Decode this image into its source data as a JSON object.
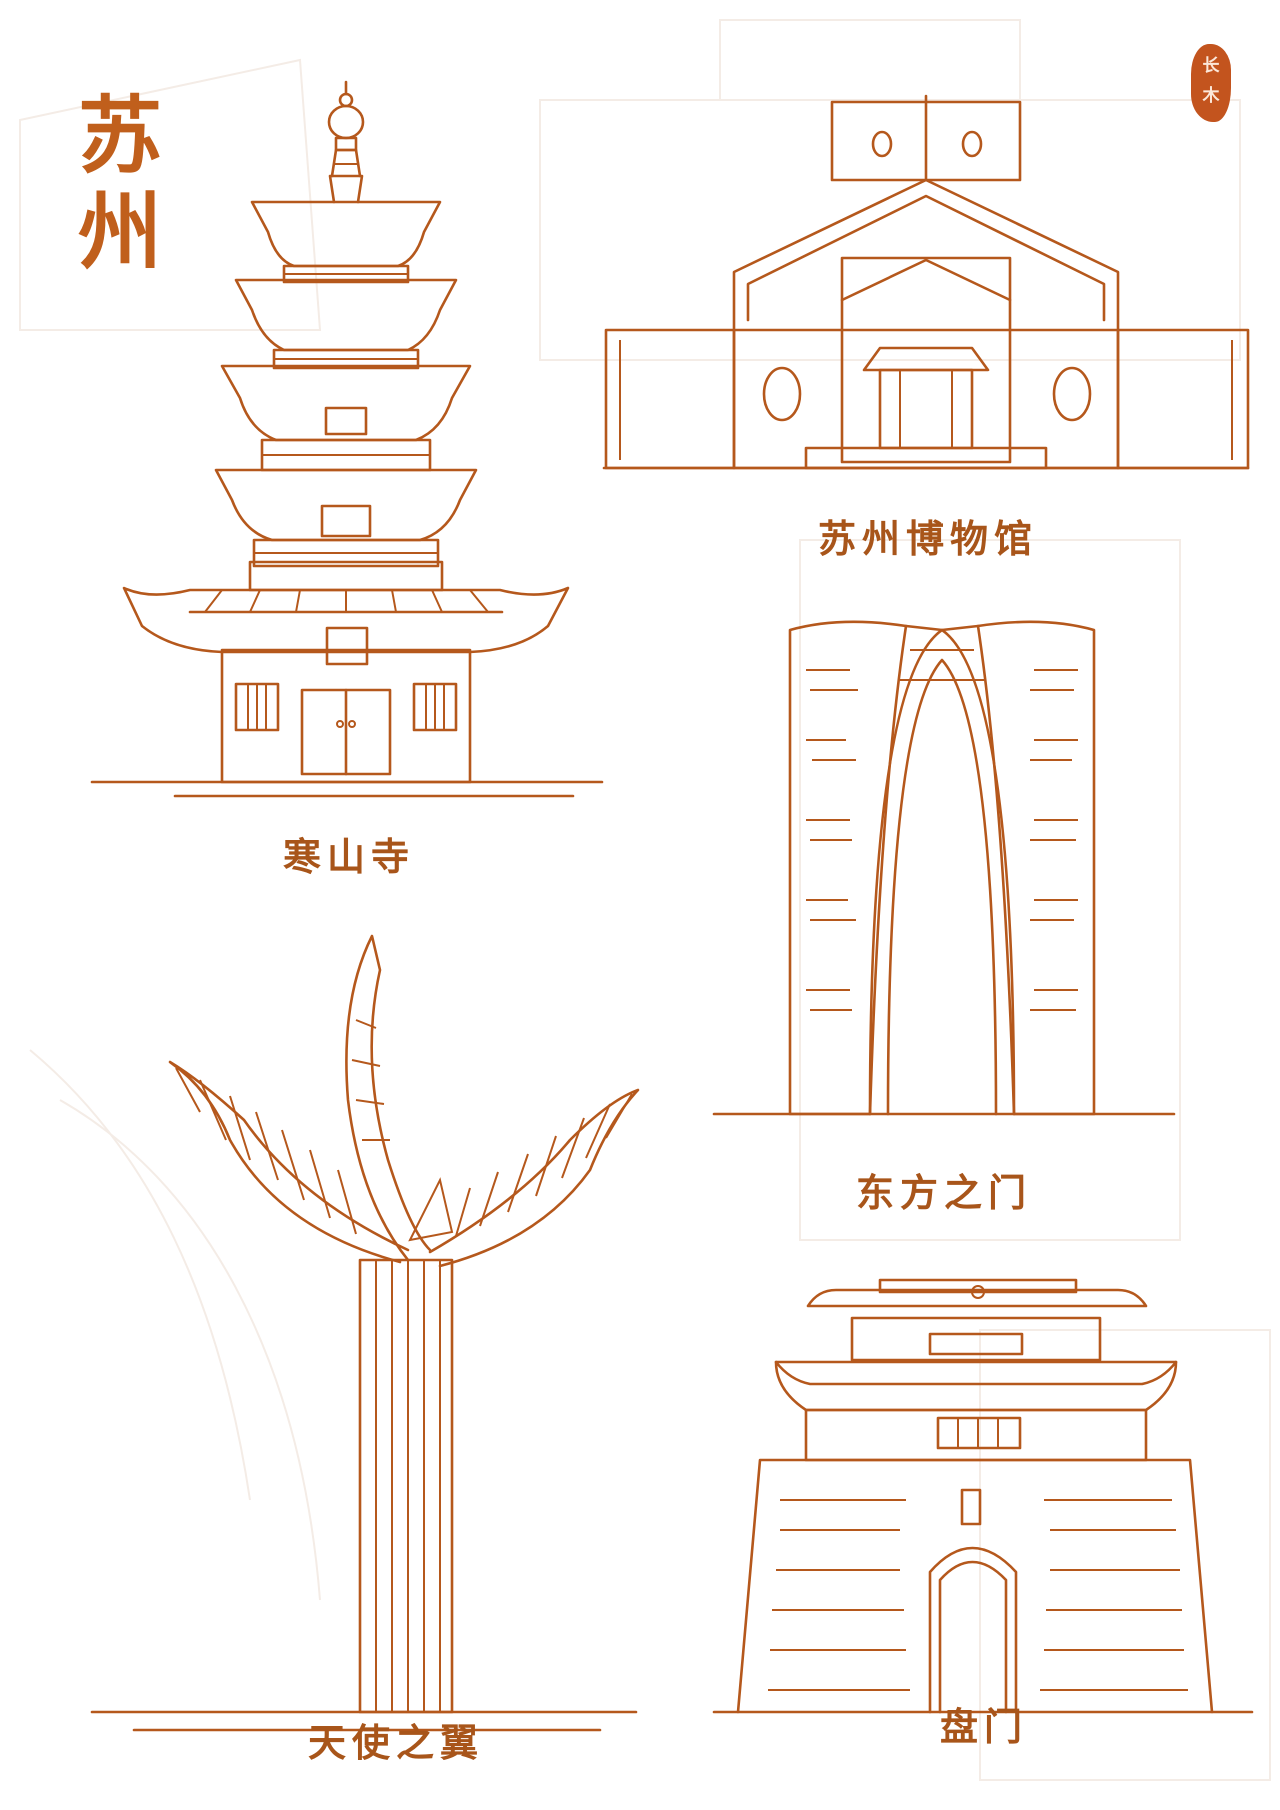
{
  "title": {
    "char1": "苏",
    "char2": "州"
  },
  "seal": {
    "glyph1": "长",
    "glyph2": "木"
  },
  "landmarks": [
    {
      "id": "hanshan-temple",
      "name": "寒山寺"
    },
    {
      "id": "suzhou-museum",
      "name": "苏州博物馆"
    },
    {
      "id": "gate-of-orient",
      "name": "东方之门"
    },
    {
      "id": "wings-of-angel",
      "name": "天使之翼"
    },
    {
      "id": "pan-gate",
      "name": "盘门"
    }
  ],
  "colors": {
    "accent": "#c05f1c",
    "line": "#b5581c",
    "seal": "#c3541e",
    "background": "#ffffff"
  }
}
